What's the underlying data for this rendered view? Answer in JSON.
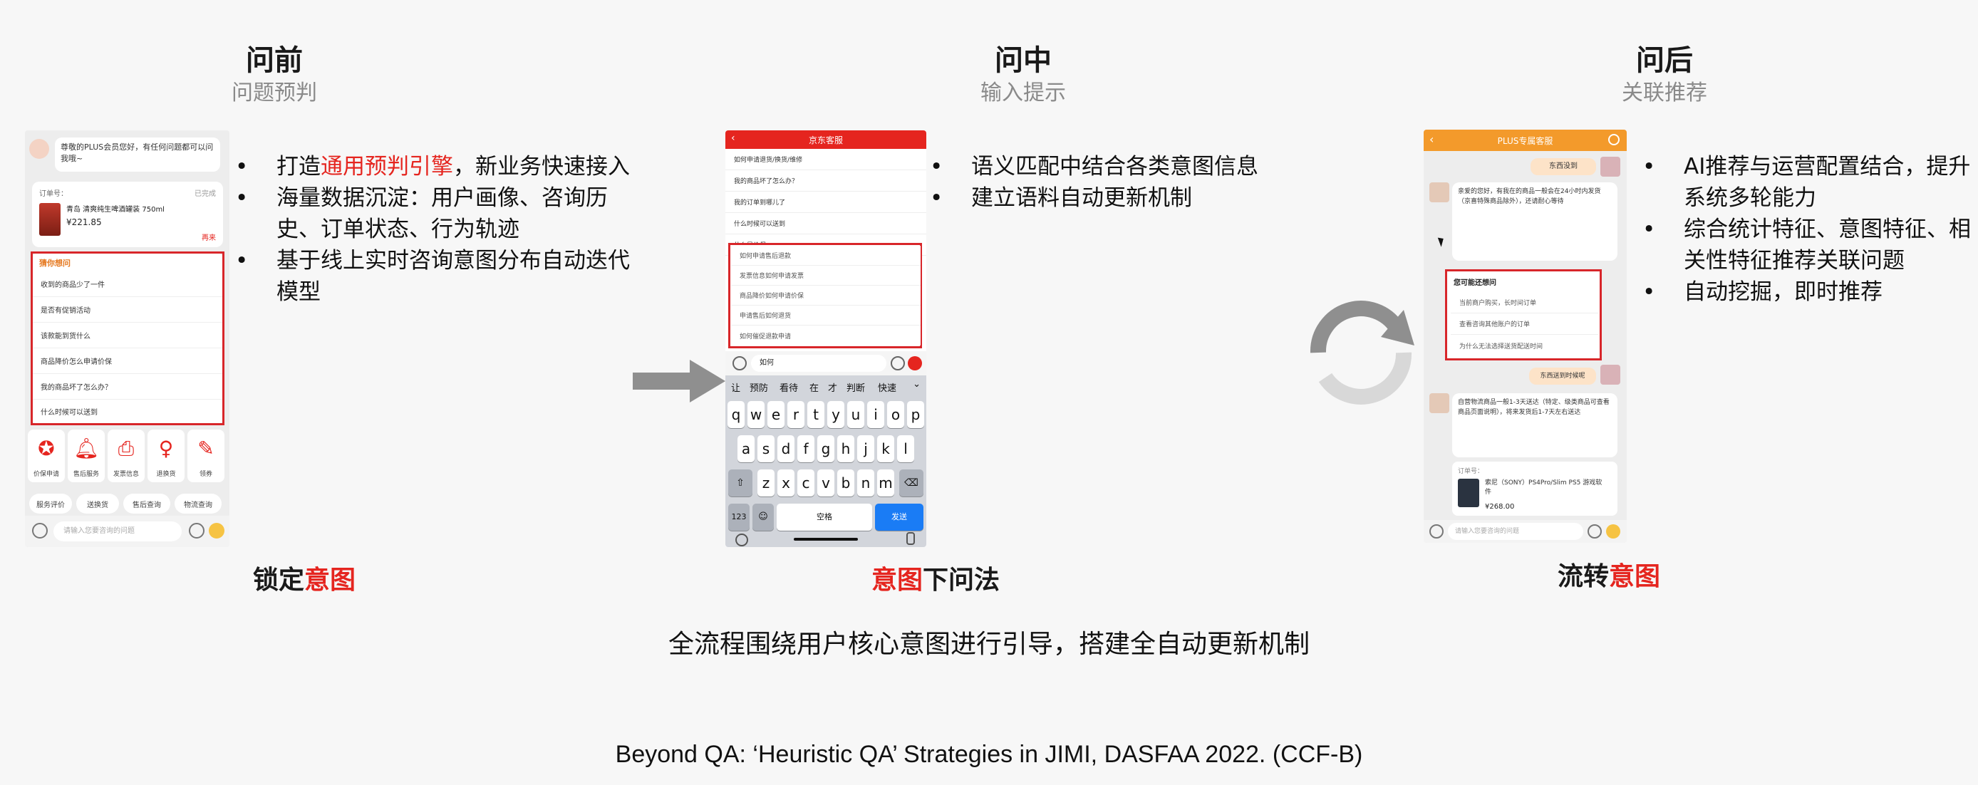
{
  "columns": [
    {
      "title": "问前",
      "subtitle": "问题预判",
      "bullets": [
        {
          "pre": "打造",
          "hl": "通用预判引擎",
          "post": "，新业务快速接入"
        },
        {
          "pre": "海量数据沉淀：用户画像、咨询历史、订单状态、行为轨迹",
          "hl": "",
          "post": ""
        },
        {
          "pre": "基于线上实时咨询意图分布自动迭代模型",
          "hl": "",
          "post": ""
        }
      ],
      "caption_pre": "锁定",
      "caption_hl": "意图",
      "caption_post": ""
    },
    {
      "title": "问中",
      "subtitle": "输入提示",
      "bullets": [
        {
          "pre": "语义匹配中结合各类意图信息",
          "hl": "",
          "post": ""
        },
        {
          "pre": "建立语料自动更新机制",
          "hl": "",
          "post": ""
        }
      ],
      "caption_pre": "",
      "caption_hl": "意图",
      "caption_post": "下问法"
    },
    {
      "title": "问后",
      "subtitle": "关联推荐",
      "bullets": [
        {
          "pre": "AI推荐与运营配置结合，提升系统多轮能力",
          "hl": "",
          "post": ""
        },
        {
          "pre": "综合统计特征、意图特征、相关性特征推荐关联问题",
          "hl": "",
          "post": ""
        },
        {
          "pre": "自动挖掘，即时推荐",
          "hl": "",
          "post": ""
        }
      ],
      "caption_pre": "流转",
      "caption_hl": "意图",
      "caption_post": ""
    }
  ],
  "summary": "全流程围绕用户核心意图进行引导，搭建全自动更新机制",
  "citation": "Beyond QA: ‘Heuristic QA’ Strategies in JIMI, DASFAA 2022. (CCF-B)",
  "phone1": {
    "greeting": "尊敬的PLUS会员您好，有任何问题都可以问我哦~",
    "order_no": "订单号：",
    "order_status": "已完成",
    "product": "青岛 清爽纯生啤酒罐装 750ml",
    "price": "¥221.85",
    "product_action": "再来",
    "suggest_header": "猜你想问",
    "suggestions": [
      "收到的商品少了一件",
      "是否有促销活动",
      "该款能到货什么",
      "商品降价怎么申请价保",
      "我的商品坏了怎么办？",
      "什么时候可以送到"
    ],
    "tiles": [
      "价保申请",
      "售后服务",
      "发票信息",
      "退换货",
      "领券"
    ],
    "pills": [
      "服务评价",
      "送换货",
      "售后查询",
      "物流查询"
    ],
    "input_placeholder": "请输入您要咨询的问题"
  },
  "phone2": {
    "header": "京东客服",
    "menu": [
      "如何申请退货/换货/维修",
      "我的商品坏了怎么办？",
      "我的订单到哪儿了",
      "什么时候可以送到",
      "什么是价保"
    ],
    "suggestions": [
      "如何申请售后退款",
      "发票信息如何申请发票",
      "商品降价如何申请价保",
      "申请售后如何退货",
      "如何催促退款申请"
    ],
    "input_text": "如何",
    "candidates": [
      "让",
      "预防",
      "看待",
      "在",
      "才",
      "判断",
      "快速"
    ],
    "row1": [
      "q",
      "w",
      "e",
      "r",
      "t",
      "y",
      "u",
      "i",
      "o",
      "p"
    ],
    "row2": [
      "a",
      "s",
      "d",
      "f",
      "g",
      "h",
      "j",
      "k",
      "l"
    ],
    "row3": [
      "z",
      "x",
      "c",
      "v",
      "b",
      "n",
      "m"
    ],
    "key_123": "123",
    "key_space": "空格",
    "key_send": "发送"
  },
  "phone3": {
    "header": "PLUS专属客服",
    "user_bubble1": "东西没到",
    "agent_text": "亲爱的您好，有我在的商品一般会在24小时内发货（京喜特殊商品除外），还请耐心等待",
    "related_header": "您可能还想问",
    "related": [
      "当前商户购买，长时间订单",
      "查看咨询其他账户的订单",
      "为什么无法选择送货配送时间"
    ],
    "user_bubble2": "东西送到时候呢",
    "agent_text2": "自营物流商品一般1-3天送达（特定、级类商品可查看商品页面说明），将来发货后1-7天左右送达",
    "order_label": "订单号：",
    "order_product": "索尼（SONY）PS4Pro/Slim PS5 游戏软件",
    "order_price": "¥268.00",
    "input_placeholder": "请输入您要咨询的问题"
  }
}
